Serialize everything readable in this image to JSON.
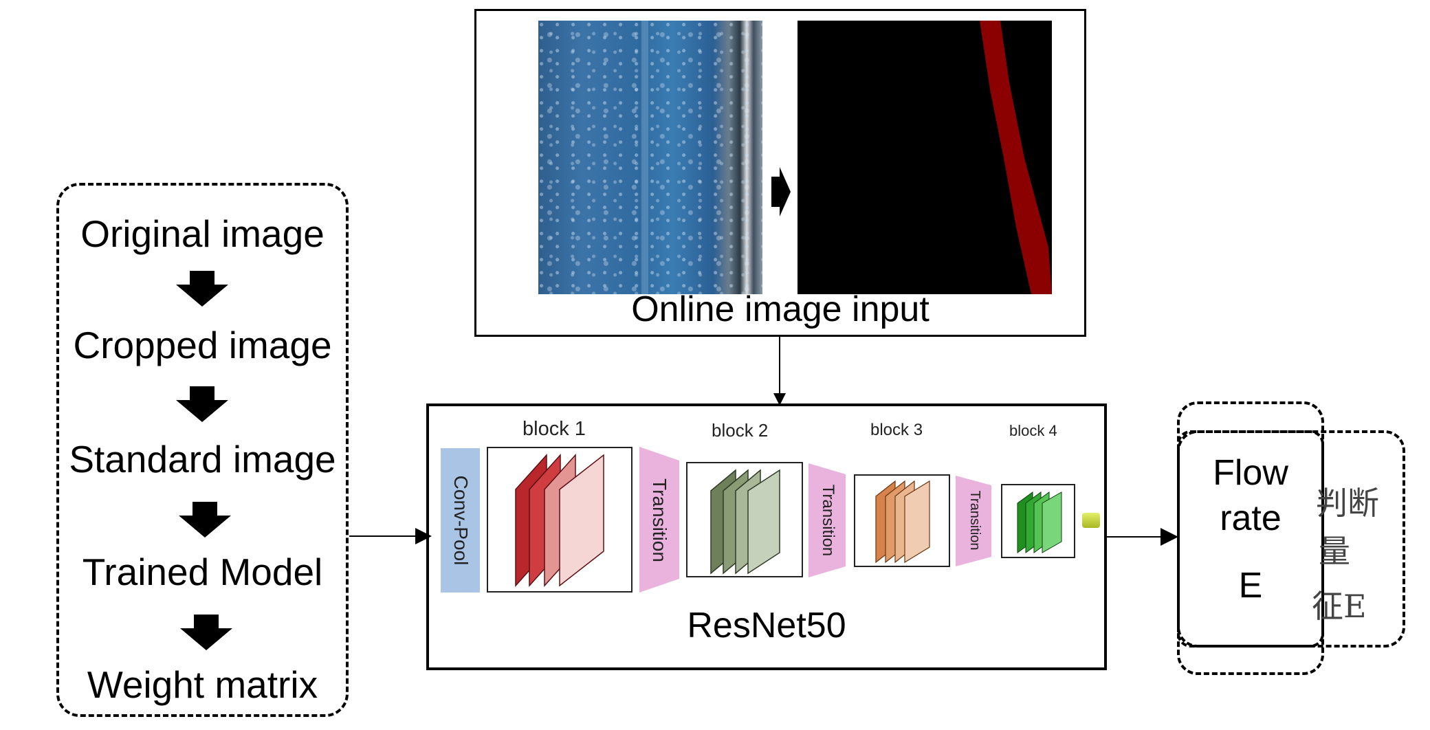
{
  "pipeline": {
    "steps": [
      "Original image",
      "Cropped image",
      "Standard image",
      "Trained Model",
      "Weight matrix"
    ]
  },
  "online": {
    "caption": "Online image input"
  },
  "resnet": {
    "title": "ResNet50",
    "conv_pool": "Conv-Pool",
    "blocks": [
      "block 1",
      "block 2",
      "block 3",
      "block 4"
    ],
    "transition": "Transition"
  },
  "output": {
    "line1": "Flow",
    "line2": "rate",
    "line3": "E",
    "ghost_line1": "判断",
    "ghost_line2": "量",
    "ghost_line3": "征E"
  },
  "colors": {
    "conv_pool": "#a9c4e4",
    "transition": "#e9b3dd",
    "block1": [
      "#b9272d",
      "#cf3d40",
      "#e39593",
      "#f6d6d5"
    ],
    "block2": [
      "#6d8059",
      "#899c75",
      "#a9b898",
      "#c6d1bb"
    ],
    "block3": [
      "#d7824a",
      "#e09b69",
      "#e9b690",
      "#f0cdb2"
    ],
    "block4": [
      "#1f8f1f",
      "#33a833",
      "#55c455",
      "#7ad67a"
    ],
    "mask_stripe": "#8b0000",
    "output_nub": "#c8d83a"
  }
}
